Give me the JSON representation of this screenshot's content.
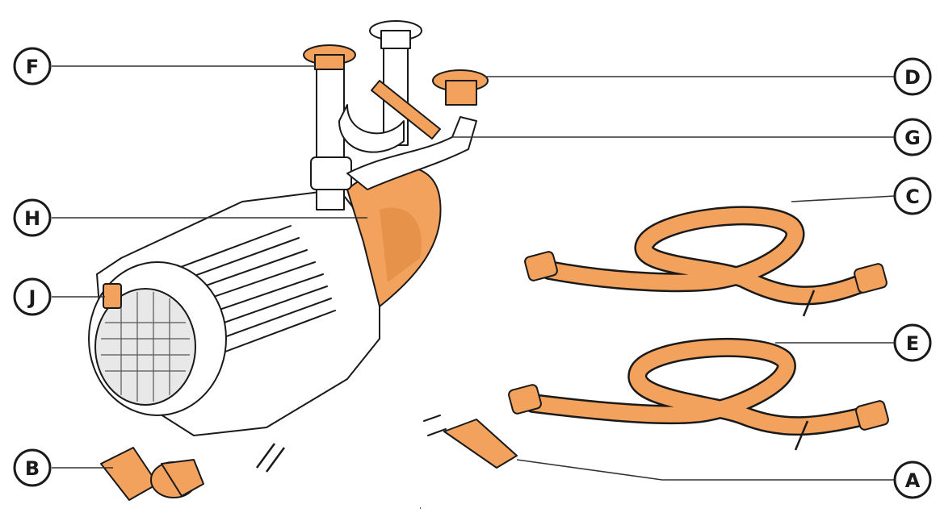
{
  "palette": {
    "accent": "#f2a25c",
    "accent_dark": "#d9823a",
    "line": "#1a1a1a",
    "background": "#ffffff"
  },
  "callouts": {
    "F": "F",
    "D": "D",
    "G": "G",
    "C": "C",
    "H": "H",
    "J": "J",
    "E": "E",
    "B": "B",
    "A": "A"
  }
}
